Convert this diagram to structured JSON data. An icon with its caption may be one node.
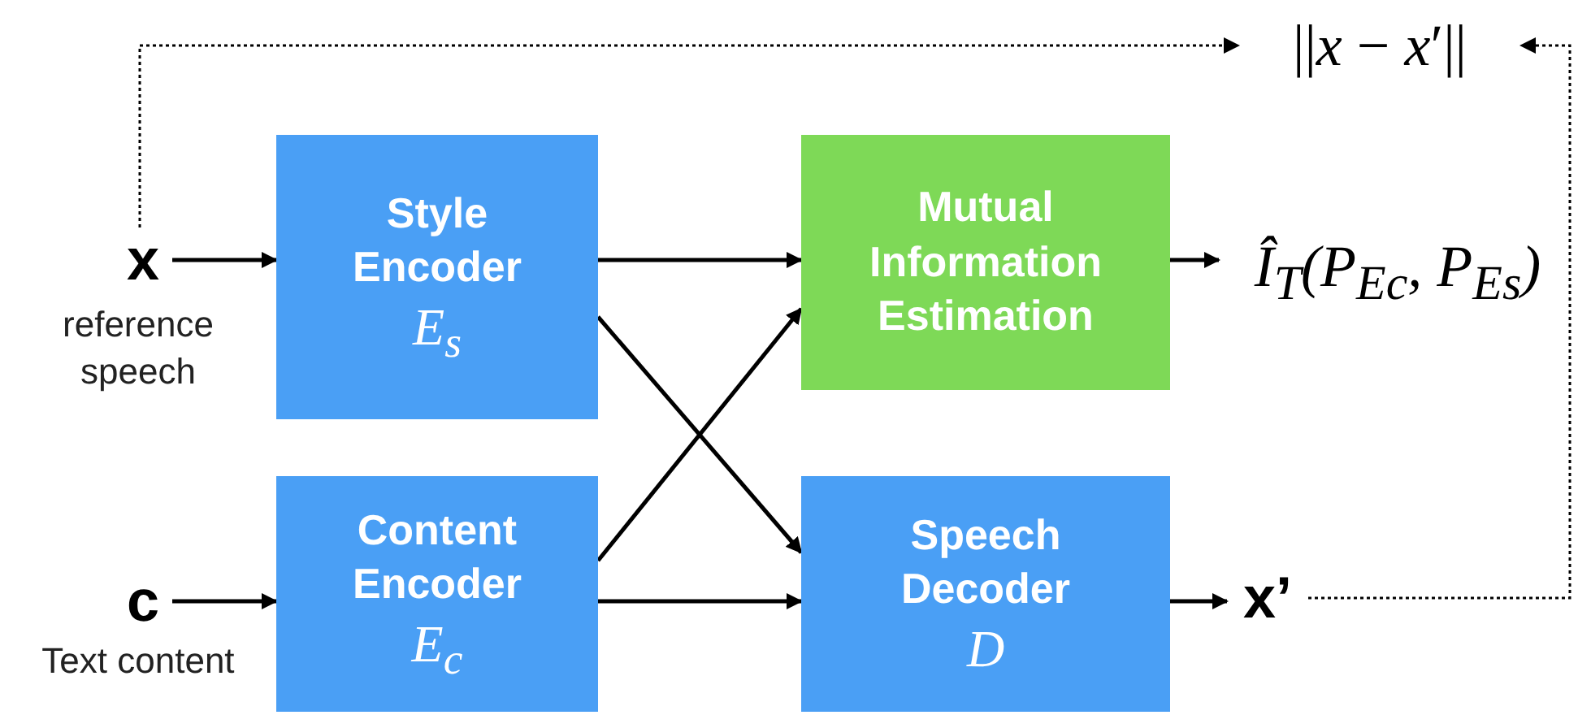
{
  "diagram": {
    "nodes": [
      {
        "text": [
          "x"
        ],
        "beside": [
          "reference speech"
        ]
      },
      {
        "text": [
          "Style Encoder",
          "E$_{s}$"
        ]
      },
      {
        "text": [
          "Mutual Information Estimation"
        ]
      },
      {
        "text": [
          "Î$_{T}$(P$_{Ec}$, P$_{Es}$)"
        ]
      },
      {
        "text": [
          "c"
        ],
        "beside": [
          "Text content"
        ]
      },
      {
        "text": [
          "Content Encoder",
          "E$_{c}$"
        ]
      },
      {
        "text": [
          "Speech Decoder",
          "D"
        ]
      },
      {
        "text": [
          "x’"
        ]
      },
      {
        "text": [
          "||*x* − *x*′||"
        ]
      }
    ],
    "edges": [
      {
        "from": 0,
        "to": 1,
        "arrow": "to"
      },
      {
        "from": 1,
        "to": 2,
        "arrow": "to"
      },
      {
        "from": 1,
        "to": 6,
        "arrow": "to"
      },
      {
        "from": 5,
        "to": 2,
        "arrow": "to"
      },
      {
        "from": 5,
        "to": 6,
        "arrow": "to"
      },
      {
        "from": 4,
        "to": 5,
        "arrow": "to"
      },
      {
        "from": 2,
        "to": 3,
        "arrow": "to"
      },
      {
        "from": 6,
        "to": 7,
        "arrow": "to"
      },
      {
        "from": 0,
        "to": 8,
        "arrow": "to",
        "style": "dashed"
      },
      {
        "from": 7,
        "to": 8,
        "arrow": "to",
        "style": "dashed"
      }
    ]
  }
}
